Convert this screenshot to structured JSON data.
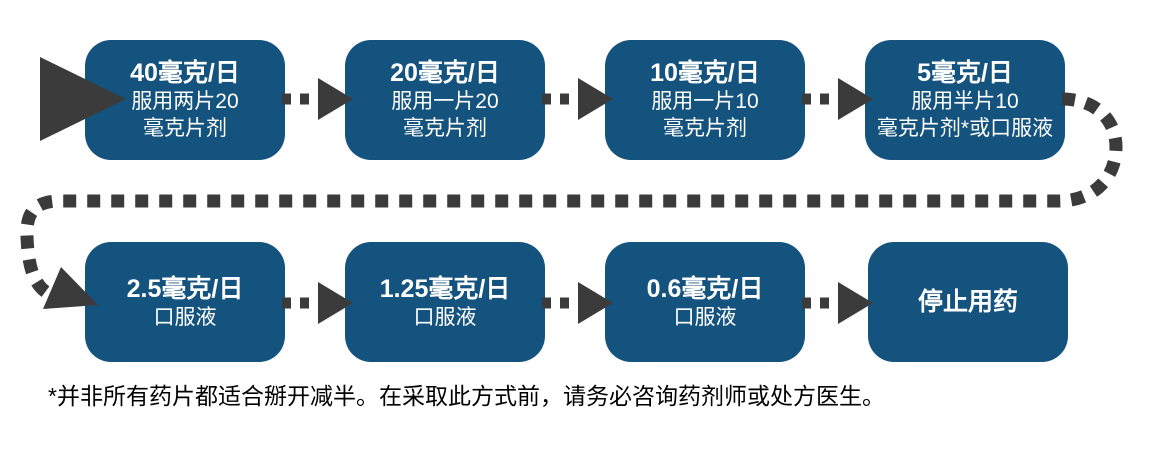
{
  "colors": {
    "box_blue": "#15537F",
    "arrow_gray": "#3B3B3B",
    "box_text": "#ffffff",
    "footnote_text": "#000000"
  },
  "flow": {
    "boxes": [
      {
        "title": "40毫克/日",
        "line1": "服用两片20",
        "line2": "毫克片剂"
      },
      {
        "title": "20毫克/日",
        "line1": "服用一片20",
        "line2": "毫克片剂"
      },
      {
        "title": "10毫克/日",
        "line1": "服用一片10",
        "line2": "毫克片剂"
      },
      {
        "title": "5毫克/日",
        "line1": "服用半片10",
        "line2": "毫克片剂*或口服液"
      },
      {
        "title": "2.5毫克/日",
        "line1": "口服液"
      },
      {
        "title": "1.25毫克/日",
        "line1": "口服液"
      },
      {
        "title": "0.6毫克/日",
        "line1": "口服液"
      },
      {
        "title": "停止用药"
      }
    ]
  },
  "footnote": "*并非所有药片都适合掰开减半。在采取此方式前，请务必咨询药剂师或处方医生。"
}
